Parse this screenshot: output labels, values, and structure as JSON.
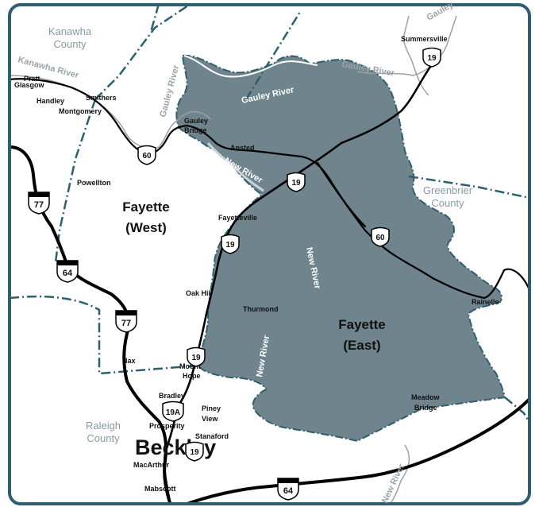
{
  "colors": {
    "frame": "#2e5f6e",
    "fayette_east_fill": "#6f848c",
    "road": "#000000",
    "minor_road": "#9aa0a4",
    "county_label": "#8a9aa2",
    "county_line": "#2e5f6e"
  },
  "regions": {
    "fayette_west": [
      "Fayette",
      "(West)"
    ],
    "fayette_east": [
      "Fayette",
      "(East)"
    ],
    "kanawha": [
      "Kanawha",
      "County"
    ],
    "greenbrier": [
      "Greenbrier",
      "County"
    ],
    "raleigh": [
      "Raleigh",
      "County"
    ]
  },
  "rivers": {
    "kanawha": "Kanawha River",
    "gauley_ne": "Gauley River",
    "gauley_top": "Gauley",
    "gauley_mid": "Gauley River",
    "gauley_west": "Gauley River",
    "new_gorge": "New River",
    "new_center": "New River",
    "new_south": "New River",
    "new_bottom": "New River"
  },
  "towns": {
    "summersville": "Summersville",
    "pratt": "Pratt",
    "glasgow": "Glasgow",
    "handley": "Handley",
    "smithers": "Smithers",
    "montgomery": "Montgomery",
    "gauley_bridge": [
      "Gauley",
      "Bridge"
    ],
    "ansted": "Ansted",
    "powellton": "Powellton",
    "fayetteville": "Fayetteville",
    "oak_hill": "Oak Hill",
    "thurmond": "Thurmond",
    "rainelle": "Rainelle",
    "lax": "lax",
    "mount_hope": [
      "Mount",
      "Hope"
    ],
    "bradley": "Bradley",
    "piney_view": [
      "Piney",
      "View"
    ],
    "prosperity": "Prosperity",
    "stanaford": "Stanaford",
    "beckley": "Beckley",
    "macarthur": "MacArthur",
    "mabscott": "Mabscott",
    "meadow_bridge": [
      "Meadow",
      "Bridge"
    ]
  },
  "shields": {
    "us19_summersville": "19",
    "us60_gauley": "60",
    "us19_ansted": "19",
    "us19_fayetteville": "19",
    "us60_east": "60",
    "us19_mounthope": "19",
    "us19a_bradley": "19A",
    "us19_beckley": "19",
    "i77_north": "77",
    "i64": "64",
    "i77_south": "77",
    "i64_south": "64"
  }
}
